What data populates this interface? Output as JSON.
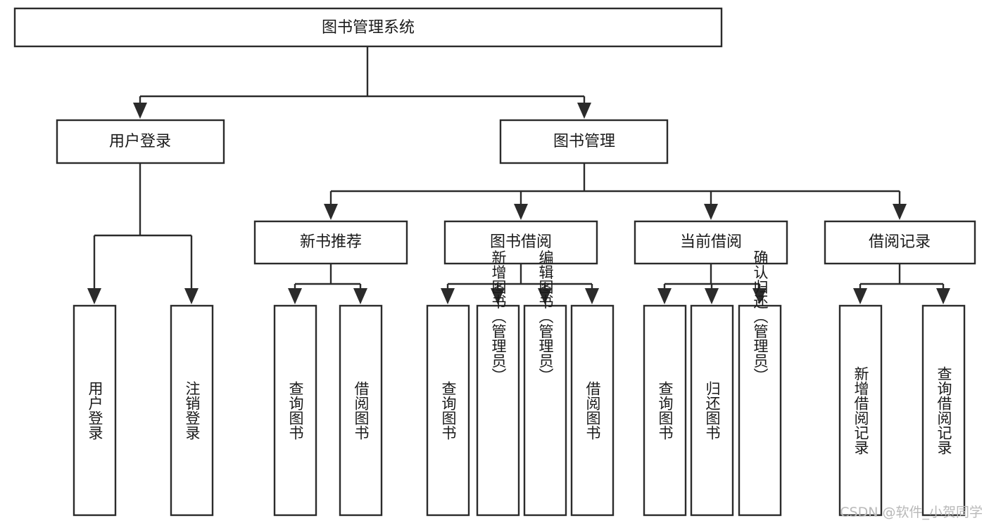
{
  "diagram": {
    "type": "tree-hierarchy-chart",
    "title": "图书管理系统",
    "orientation": "top-down",
    "colors": {
      "stroke": "#2b2b2b",
      "fill": "#ffffff",
      "text": "#1a1a1a",
      "watermark": "#b9b9b9",
      "background": "#ffffff"
    },
    "root": {
      "label": "图书管理系统"
    },
    "level2": [
      {
        "id": "user-login",
        "label": "用户登录"
      },
      {
        "id": "book-management",
        "label": "图书管理"
      }
    ],
    "level3": [
      {
        "id": "new-book-recommend",
        "label": "新书推荐",
        "parent": "book-management"
      },
      {
        "id": "book-borrow",
        "label": "图书借阅",
        "parent": "book-management"
      },
      {
        "id": "current-borrow",
        "label": "当前借阅",
        "parent": "book-management"
      },
      {
        "id": "borrow-record",
        "label": "借阅记录",
        "parent": "book-management"
      }
    ],
    "leaves": {
      "user-login": [
        {
          "id": "leaf-user-login",
          "label": "用户登录"
        },
        {
          "id": "leaf-user-logout",
          "label": "注销登录"
        }
      ],
      "new-book-recommend": [
        {
          "id": "leaf-query-book-1",
          "label": "查询图书"
        },
        {
          "id": "leaf-borrow-book-1",
          "label": "借阅图书"
        }
      ],
      "book-borrow": [
        {
          "id": "leaf-query-book-2",
          "label": "查询图书"
        },
        {
          "id": "leaf-add-book",
          "label": "新增图书（管理员）"
        },
        {
          "id": "leaf-edit-book",
          "label": "编辑图书（管理员）"
        },
        {
          "id": "leaf-borrow-book-2",
          "label": "借阅图书"
        }
      ],
      "current-borrow": [
        {
          "id": "leaf-query-book-3",
          "label": "查询图书"
        },
        {
          "id": "leaf-return-book",
          "label": "归还图书"
        },
        {
          "id": "leaf-confirm-return",
          "label": "确认归还（管理员）"
        }
      ],
      "borrow-record": [
        {
          "id": "leaf-add-record",
          "label": "新增借阅记录"
        },
        {
          "id": "leaf-query-record",
          "label": "查询借阅记录"
        }
      ]
    },
    "watermark": "CSDN @软件_小贺同学"
  }
}
